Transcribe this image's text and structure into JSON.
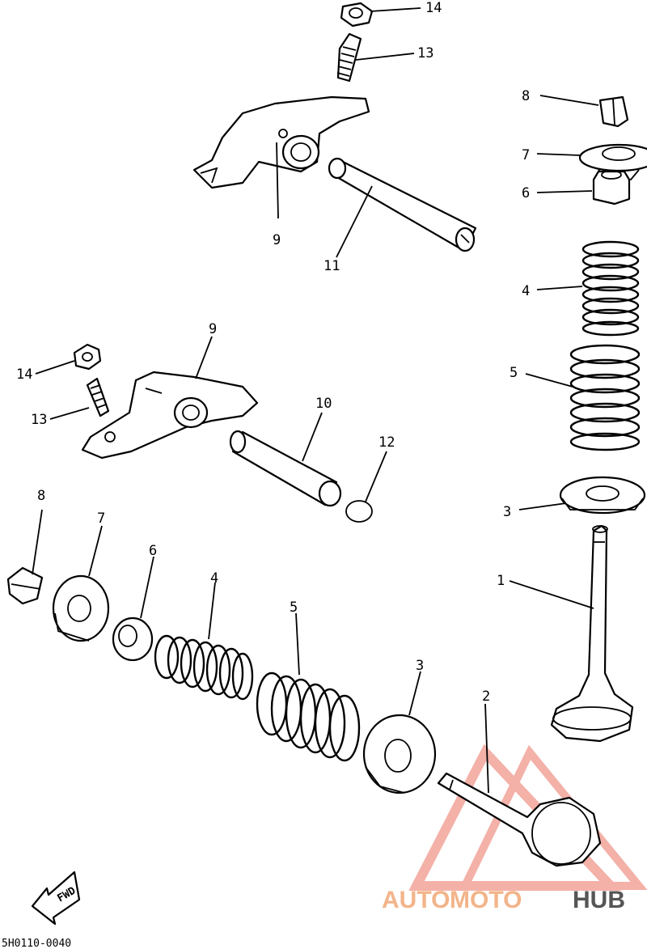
{
  "drawing_code": "5H0110-0040",
  "fwd_label": "FWD",
  "watermark": {
    "brand_part1": "AUTO",
    "brand_part2": "MOTO",
    "brand_part3": "HUB",
    "color_light": "#f3b48a",
    "color_dark": "#555555",
    "triangle_color": "#f2a49a"
  },
  "callouts": {
    "c14_top": "14",
    "c13_top": "13",
    "c9_top": "9",
    "c11": "11",
    "c8_right": "8",
    "c7_right": "7",
    "c6_right": "6",
    "c4_right": "4",
    "c5_right": "5",
    "c3_right": "3",
    "c1": "1",
    "c9_mid": "9",
    "c14_left": "14",
    "c13_left": "13",
    "c10": "10",
    "c12": "12",
    "c8_left": "8",
    "c7_left": "7",
    "c6_left": "6",
    "c4_left": "4",
    "c5_left": "5",
    "c3_left": "3",
    "c2": "2"
  }
}
